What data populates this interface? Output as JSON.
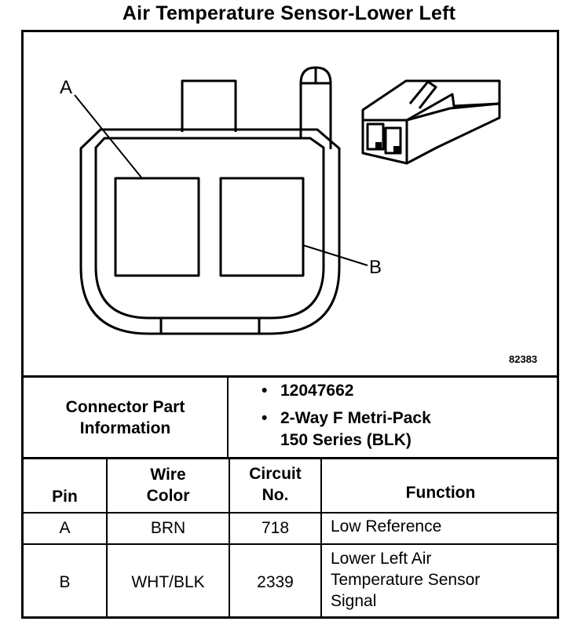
{
  "title": "Air Temperature Sensor-Lower Left",
  "diagram": {
    "label_a": "A",
    "label_b": "B",
    "figure_number": "82383"
  },
  "connector_info": {
    "header": "Connector Part Information",
    "header_line1": "Connector Part",
    "header_line2": "Information",
    "items": [
      "12047662",
      "2-Way F Metri-Pack",
      "150 Series (BLK)"
    ],
    "bullet": "•"
  },
  "table": {
    "columns": {
      "pin": "Pin",
      "wire_color_line1": "Wire",
      "wire_color_line2": "Color",
      "circuit_line1": "Circuit",
      "circuit_line2": "No.",
      "function": "Function"
    },
    "rows": [
      {
        "pin": "A",
        "wire_color": "BRN",
        "circuit": "718",
        "function": [
          "Low Reference"
        ]
      },
      {
        "pin": "B",
        "wire_color": "WHT/BLK",
        "circuit": "2339",
        "function": [
          "Lower Left Air",
          "Temperature Sensor",
          "Signal"
        ]
      }
    ]
  }
}
